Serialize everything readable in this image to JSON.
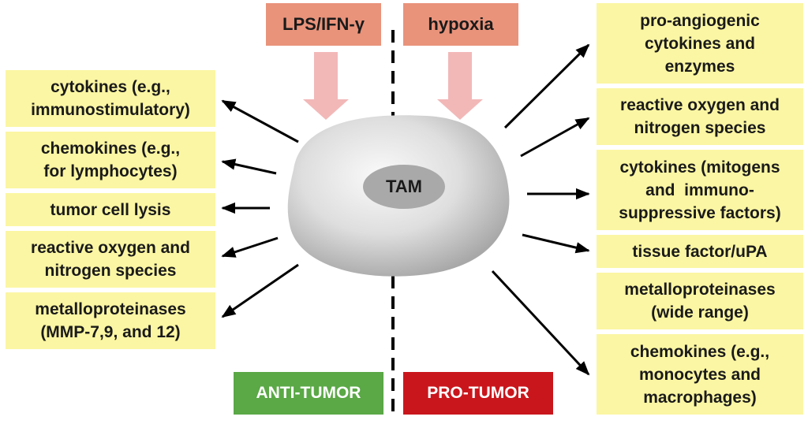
{
  "triggers": {
    "left": "LPS/IFN-γ",
    "right": "hypoxia"
  },
  "cell": {
    "label": "TAM"
  },
  "anti_tumor": {
    "label": "ANTI-TUMOR",
    "color": "#5aa846",
    "outputs": [
      [
        "cytokines (e.g.,",
        "immunostimulatory)"
      ],
      [
        "chemokines (e.g.,",
        "for lymphocytes)"
      ],
      [
        "tumor cell lysis"
      ],
      [
        "reactive oxygen and",
        "nitrogen species"
      ],
      [
        "metalloproteinases",
        "(MMP-7,9, and 12)"
      ]
    ]
  },
  "pro_tumor": {
    "label": "PRO-TUMOR",
    "color": "#c9161c",
    "outputs": [
      [
        "pro-angiogenic",
        "cytokines and",
        "enzymes"
      ],
      [
        "reactive oxygen and",
        "nitrogen species"
      ],
      [
        "cytokines (mitogens",
        "and  immuno-",
        "suppressive factors)"
      ],
      [
        "tissue factor/uPA"
      ],
      [
        "metalloproteinases",
        "(wide range)"
      ],
      [
        "chemokines (e.g.,",
        "monocytes and",
        "macrophages)"
      ]
    ]
  },
  "colors": {
    "box_fill": "#fbf6a3",
    "trigger_fill": "#e9937b",
    "trigger_arrow": "#f2b8b8",
    "cell_fill": "#dcdcdc",
    "nucleus_fill": "#a9a9a9"
  }
}
